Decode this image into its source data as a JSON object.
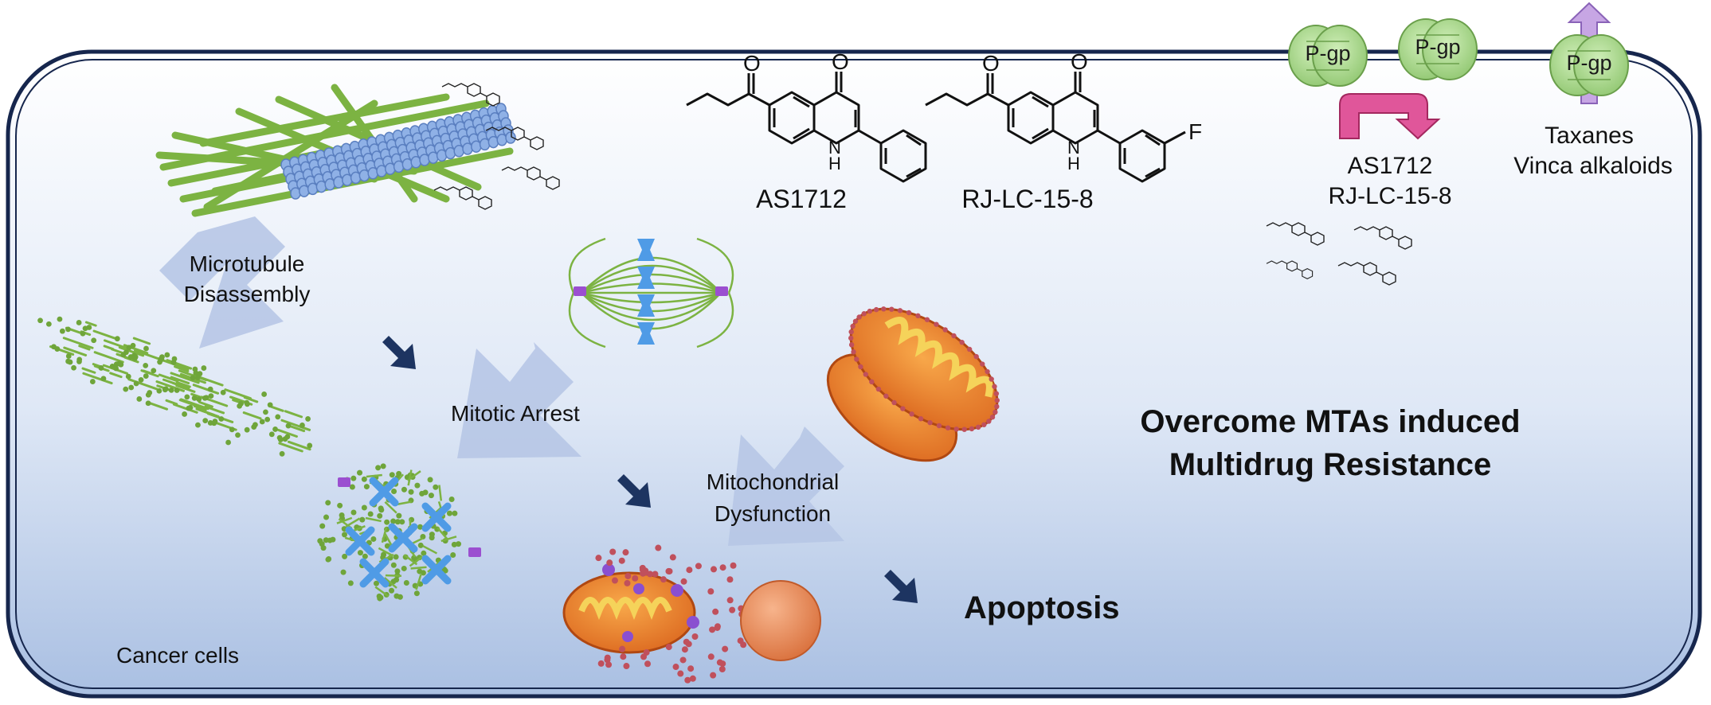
{
  "labels": {
    "compound_a": "AS1712",
    "compound_b": "RJ-LC-15-8",
    "pgp": "P-gp",
    "efflux_compounds": [
      "AS1712",
      "RJ-LC-15-8"
    ],
    "pgp_substrates": [
      "Taxanes",
      "Vinca alkaloids"
    ],
    "microtubule": [
      "Microtubule",
      "Disassembly"
    ],
    "mitotic": "Mitotic Arrest",
    "mitochondrial": [
      "Mitochondrial",
      "Dysfunction"
    ],
    "overcome": [
      "Overcome MTAs induced",
      "Multidrug Resistance"
    ],
    "apoptosis": "Apoptosis",
    "cancer_cells": "Cancer cells",
    "fluorine": "F",
    "keto_o": "O",
    "nh": "N\nH"
  },
  "colors": {
    "cell_border": "#16264d",
    "cell_fill_top": "#ffffff",
    "cell_fill_bottom": "#a9bfe2",
    "microtubule_green": "#7cb342",
    "tubulin_blue": "#8fb1e6",
    "chromosome_blue": "#4f9be6",
    "pgp_green": "#a8d58c",
    "efflux_arrow": "#e0569a",
    "up_arrow": "#c7a6e4",
    "mitochondria_orange": "#f08a24",
    "mitochondria_yellow": "#f5d35a",
    "dots_red": "#c0505c",
    "apoptotic_body": "#e98d57",
    "big_arrows": "#b7c7e6",
    "small_arrows": "#1d3461"
  }
}
